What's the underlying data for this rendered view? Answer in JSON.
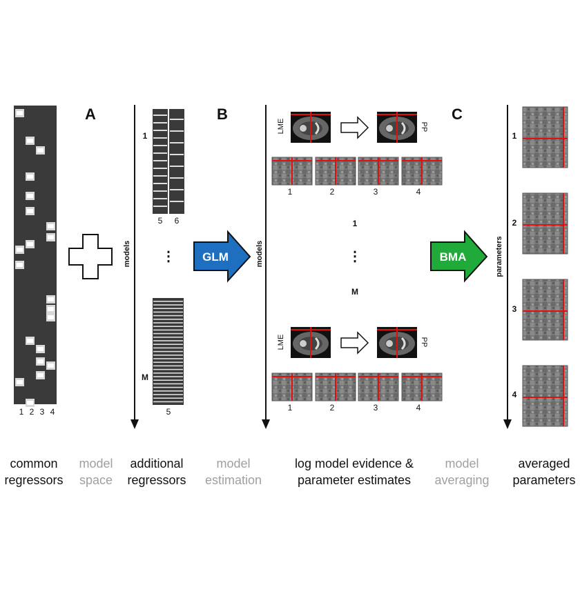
{
  "panels": {
    "a": "A",
    "b": "B",
    "c": "C"
  },
  "common_regressors": {
    "cols": [
      "1",
      "2",
      "3",
      "4"
    ]
  },
  "additional_regressors": {
    "top_cols": [
      "5",
      "6"
    ],
    "bottom_col": "5",
    "model_first": "1",
    "model_last": "M",
    "ellipsis": "⋮"
  },
  "axis_labels": {
    "models_1": "models",
    "models_2": "models",
    "parameters": "parameters"
  },
  "arrows": {
    "glm": "GLM",
    "bma": "BMA"
  },
  "estimates": {
    "lme": "LME",
    "pp": "PP",
    "cols": [
      "1",
      "2",
      "3",
      "4"
    ],
    "model_first": "1",
    "model_last": "M",
    "ellipsis": "⋮"
  },
  "averaged": {
    "rows": [
      "1",
      "2",
      "3",
      "4"
    ]
  },
  "captions": {
    "common": [
      "common",
      "regressors"
    ],
    "model_space": [
      "model",
      "space"
    ],
    "additional": [
      "additional",
      "regressors"
    ],
    "model_estimation": [
      "model",
      "estimation"
    ],
    "log_model": [
      "log model evidence &",
      "parameter estimates"
    ],
    "model_averaging": [
      "model",
      "averaging"
    ],
    "averaged": [
      "averaged",
      "parameters"
    ]
  },
  "colors": {
    "matrix": "#3a3a3a",
    "glm_blue": "#1e6fc0",
    "bma_green": "#1faa3a",
    "crosshair": "#e01010",
    "caption_dark": "#111111",
    "caption_gray": "#a0a0a0"
  }
}
